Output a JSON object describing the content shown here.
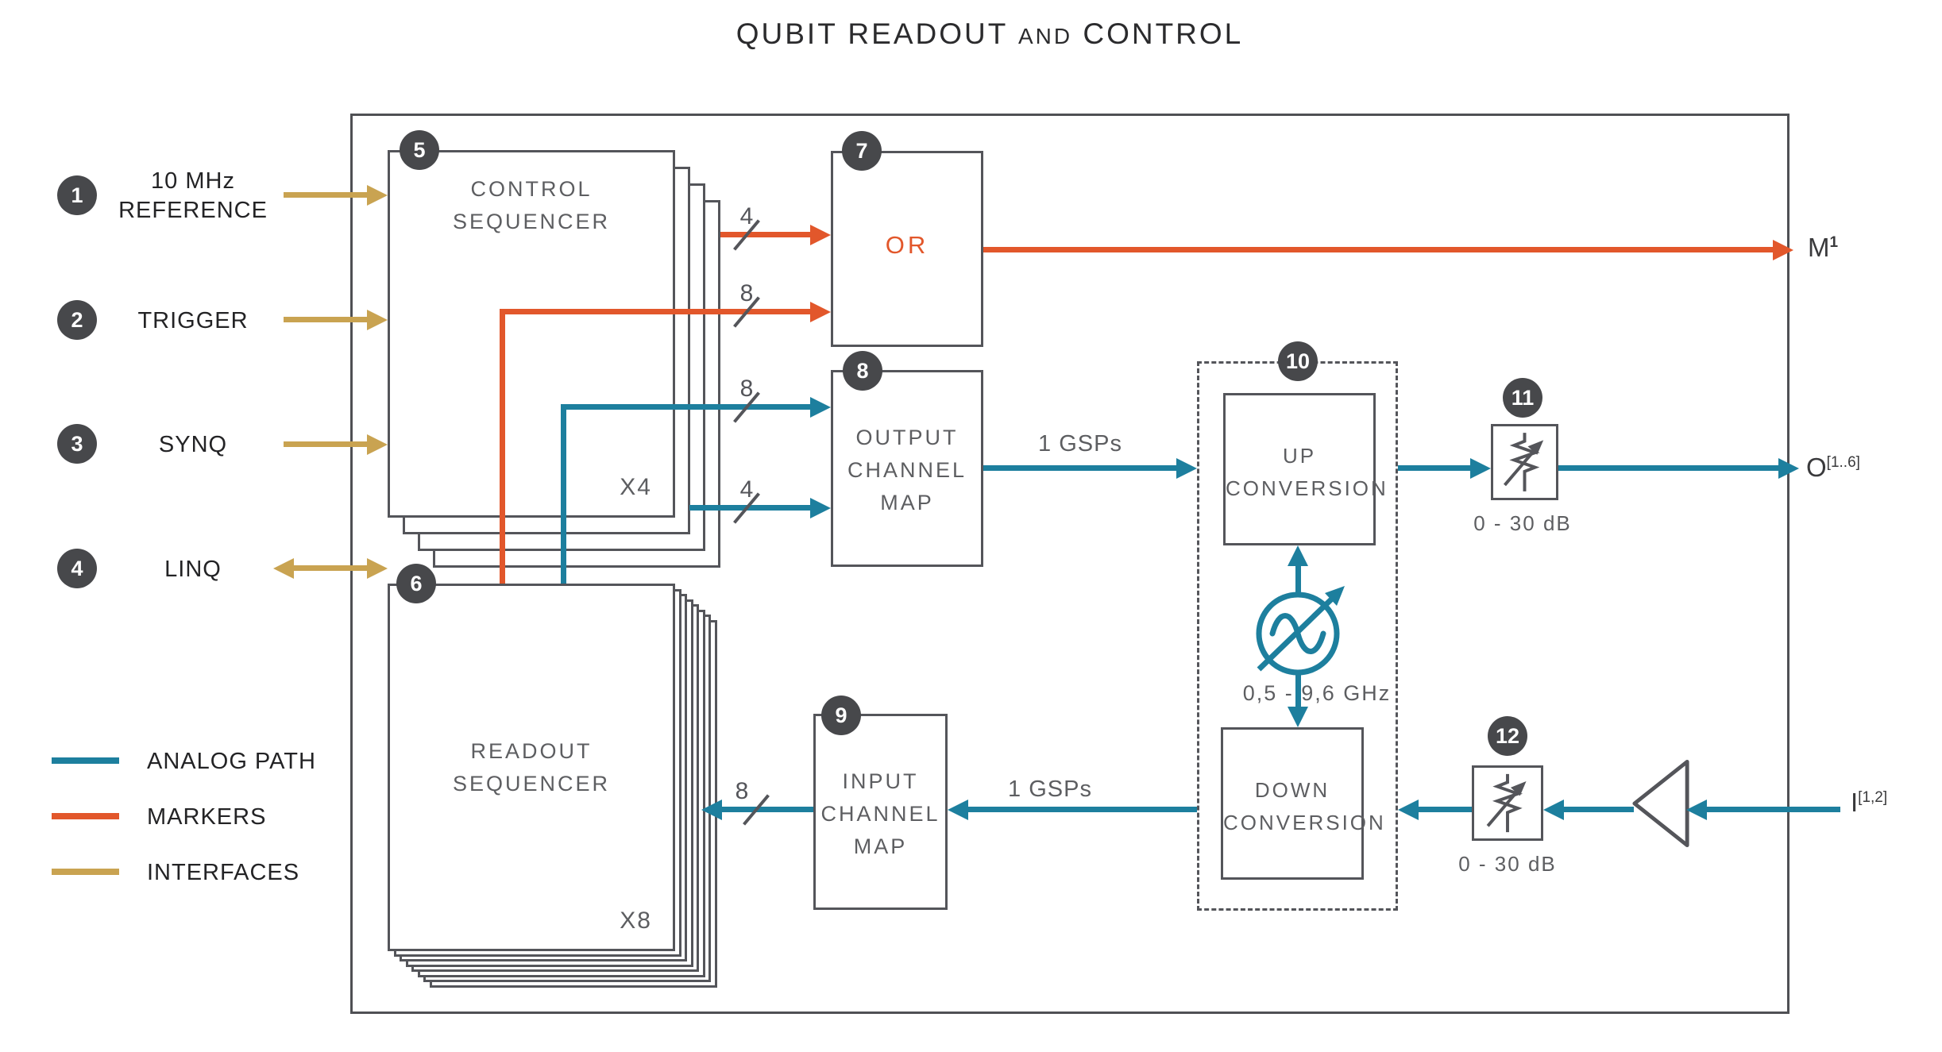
{
  "title": {
    "part1": "QUBIT READOUT",
    "and": "AND",
    "part2": "CONTROL"
  },
  "colors": {
    "analog_path": "#1d7f9e",
    "markers": "#e2572b",
    "interfaces": "#c9a351",
    "outline": "#54555a",
    "badge": "#47484b"
  },
  "inputs": [
    {
      "num": "1",
      "line1": "10 MHz",
      "line2": "REFERENCE"
    },
    {
      "num": "2",
      "line1": "TRIGGER"
    },
    {
      "num": "3",
      "line1": "SYNQ"
    },
    {
      "num": "4",
      "line1": "LINQ"
    }
  ],
  "legend": [
    {
      "label": "ANALOG PATH"
    },
    {
      "label": "MARKERS"
    },
    {
      "label": "INTERFACES"
    }
  ],
  "blocks": {
    "control_sequencer": {
      "badge": "5",
      "line1": "CONTROL",
      "line2": "SEQUENCER",
      "multiplier": "X4"
    },
    "readout_sequencer": {
      "badge": "6",
      "line1": "READOUT",
      "line2": "SEQUENCER",
      "multiplier": "X8"
    },
    "or_gate": {
      "badge": "7",
      "label": "OR"
    },
    "output_channel_map": {
      "badge": "8",
      "line1": "OUTPUT",
      "line2": "CHANNEL",
      "line3": "MAP"
    },
    "input_channel_map": {
      "badge": "9",
      "line1": "INPUT",
      "line2": "CHANNEL",
      "line3": "MAP"
    },
    "conversion_stage": {
      "badge": "10",
      "up_line1": "UP",
      "up_line2": "CONVERSION",
      "down_line1": "DOWN",
      "down_line2": "CONVERSION",
      "lo_range": "0,5 - 9,6 GHz"
    },
    "output_attenuator": {
      "badge": "11",
      "range": "0 - 30 dB"
    },
    "input_attenuator": {
      "badge": "12",
      "range": "0 - 30 dB"
    }
  },
  "bus_labels": {
    "or_from_control": "4",
    "or_from_readout": "8",
    "map_from_readout": "8",
    "map_from_control": "4",
    "readout_input": "8"
  },
  "rates": {
    "output": "1 GSPs",
    "input": "1 GSPs"
  },
  "ports": {
    "marker": "M",
    "marker_sup": "1",
    "output": "O",
    "output_sup": "[1..6]",
    "input": "I",
    "input_sup": "[1,2]"
  }
}
